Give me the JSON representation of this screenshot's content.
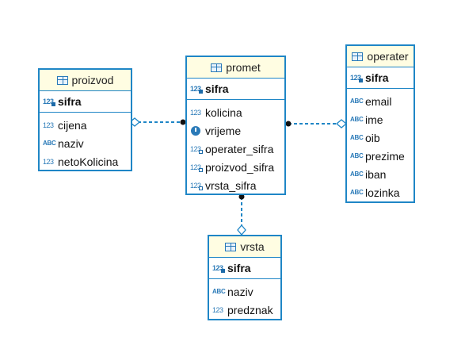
{
  "entities": {
    "proizvod": {
      "title": "proizvod",
      "pk": {
        "name": "sifra",
        "icon": "key-number-icon"
      },
      "attrs": [
        {
          "name": "cijena",
          "icon": "number-icon",
          "icon_text": "123"
        },
        {
          "name": "naziv",
          "icon": "text-icon",
          "icon_text": "ABC"
        },
        {
          "name": "netoKolicina",
          "icon": "number-icon",
          "icon_text": "123"
        }
      ]
    },
    "promet": {
      "title": "promet",
      "pk": {
        "name": "sifra",
        "icon": "key-number-icon"
      },
      "attrs": [
        {
          "name": "kolicina",
          "icon": "number-icon",
          "icon_text": "123"
        },
        {
          "name": "vrijeme",
          "icon": "clock-icon",
          "icon_text": ""
        },
        {
          "name": "operater_sifra",
          "icon": "foreign-key-icon",
          "icon_text": "123"
        },
        {
          "name": "proizvod_sifra",
          "icon": "foreign-key-icon",
          "icon_text": "123"
        },
        {
          "name": "vrsta_sifra",
          "icon": "foreign-key-icon",
          "icon_text": "123"
        }
      ]
    },
    "operater": {
      "title": "operater",
      "pk": {
        "name": "sifra",
        "icon": "key-number-icon"
      },
      "attrs": [
        {
          "name": "email",
          "icon": "text-icon",
          "icon_text": "ABC"
        },
        {
          "name": "ime",
          "icon": "text-icon",
          "icon_text": "ABC"
        },
        {
          "name": "oib",
          "icon": "text-icon",
          "icon_text": "ABC"
        },
        {
          "name": "prezime",
          "icon": "text-icon",
          "icon_text": "ABC"
        },
        {
          "name": "iban",
          "icon": "text-icon",
          "icon_text": "ABC"
        },
        {
          "name": "lozinka",
          "icon": "text-icon",
          "icon_text": "ABC"
        }
      ]
    },
    "vrsta": {
      "title": "vrsta",
      "pk": {
        "name": "sifra",
        "icon": "key-number-icon"
      },
      "attrs": [
        {
          "name": "naziv",
          "icon": "text-icon",
          "icon_text": "ABC"
        },
        {
          "name": "predznak",
          "icon": "number-icon",
          "icon_text": "123"
        }
      ]
    }
  },
  "pk_icon_text": "123",
  "relationships": [
    {
      "from": "promet",
      "to": "proizvod",
      "style": "dashed"
    },
    {
      "from": "promet",
      "to": "operater",
      "style": "dashed"
    },
    {
      "from": "promet",
      "to": "vrsta",
      "style": "dashed"
    }
  ],
  "colors": {
    "border": "#1f86c6",
    "header": "#fffde2",
    "link": "#1f86c6"
  }
}
